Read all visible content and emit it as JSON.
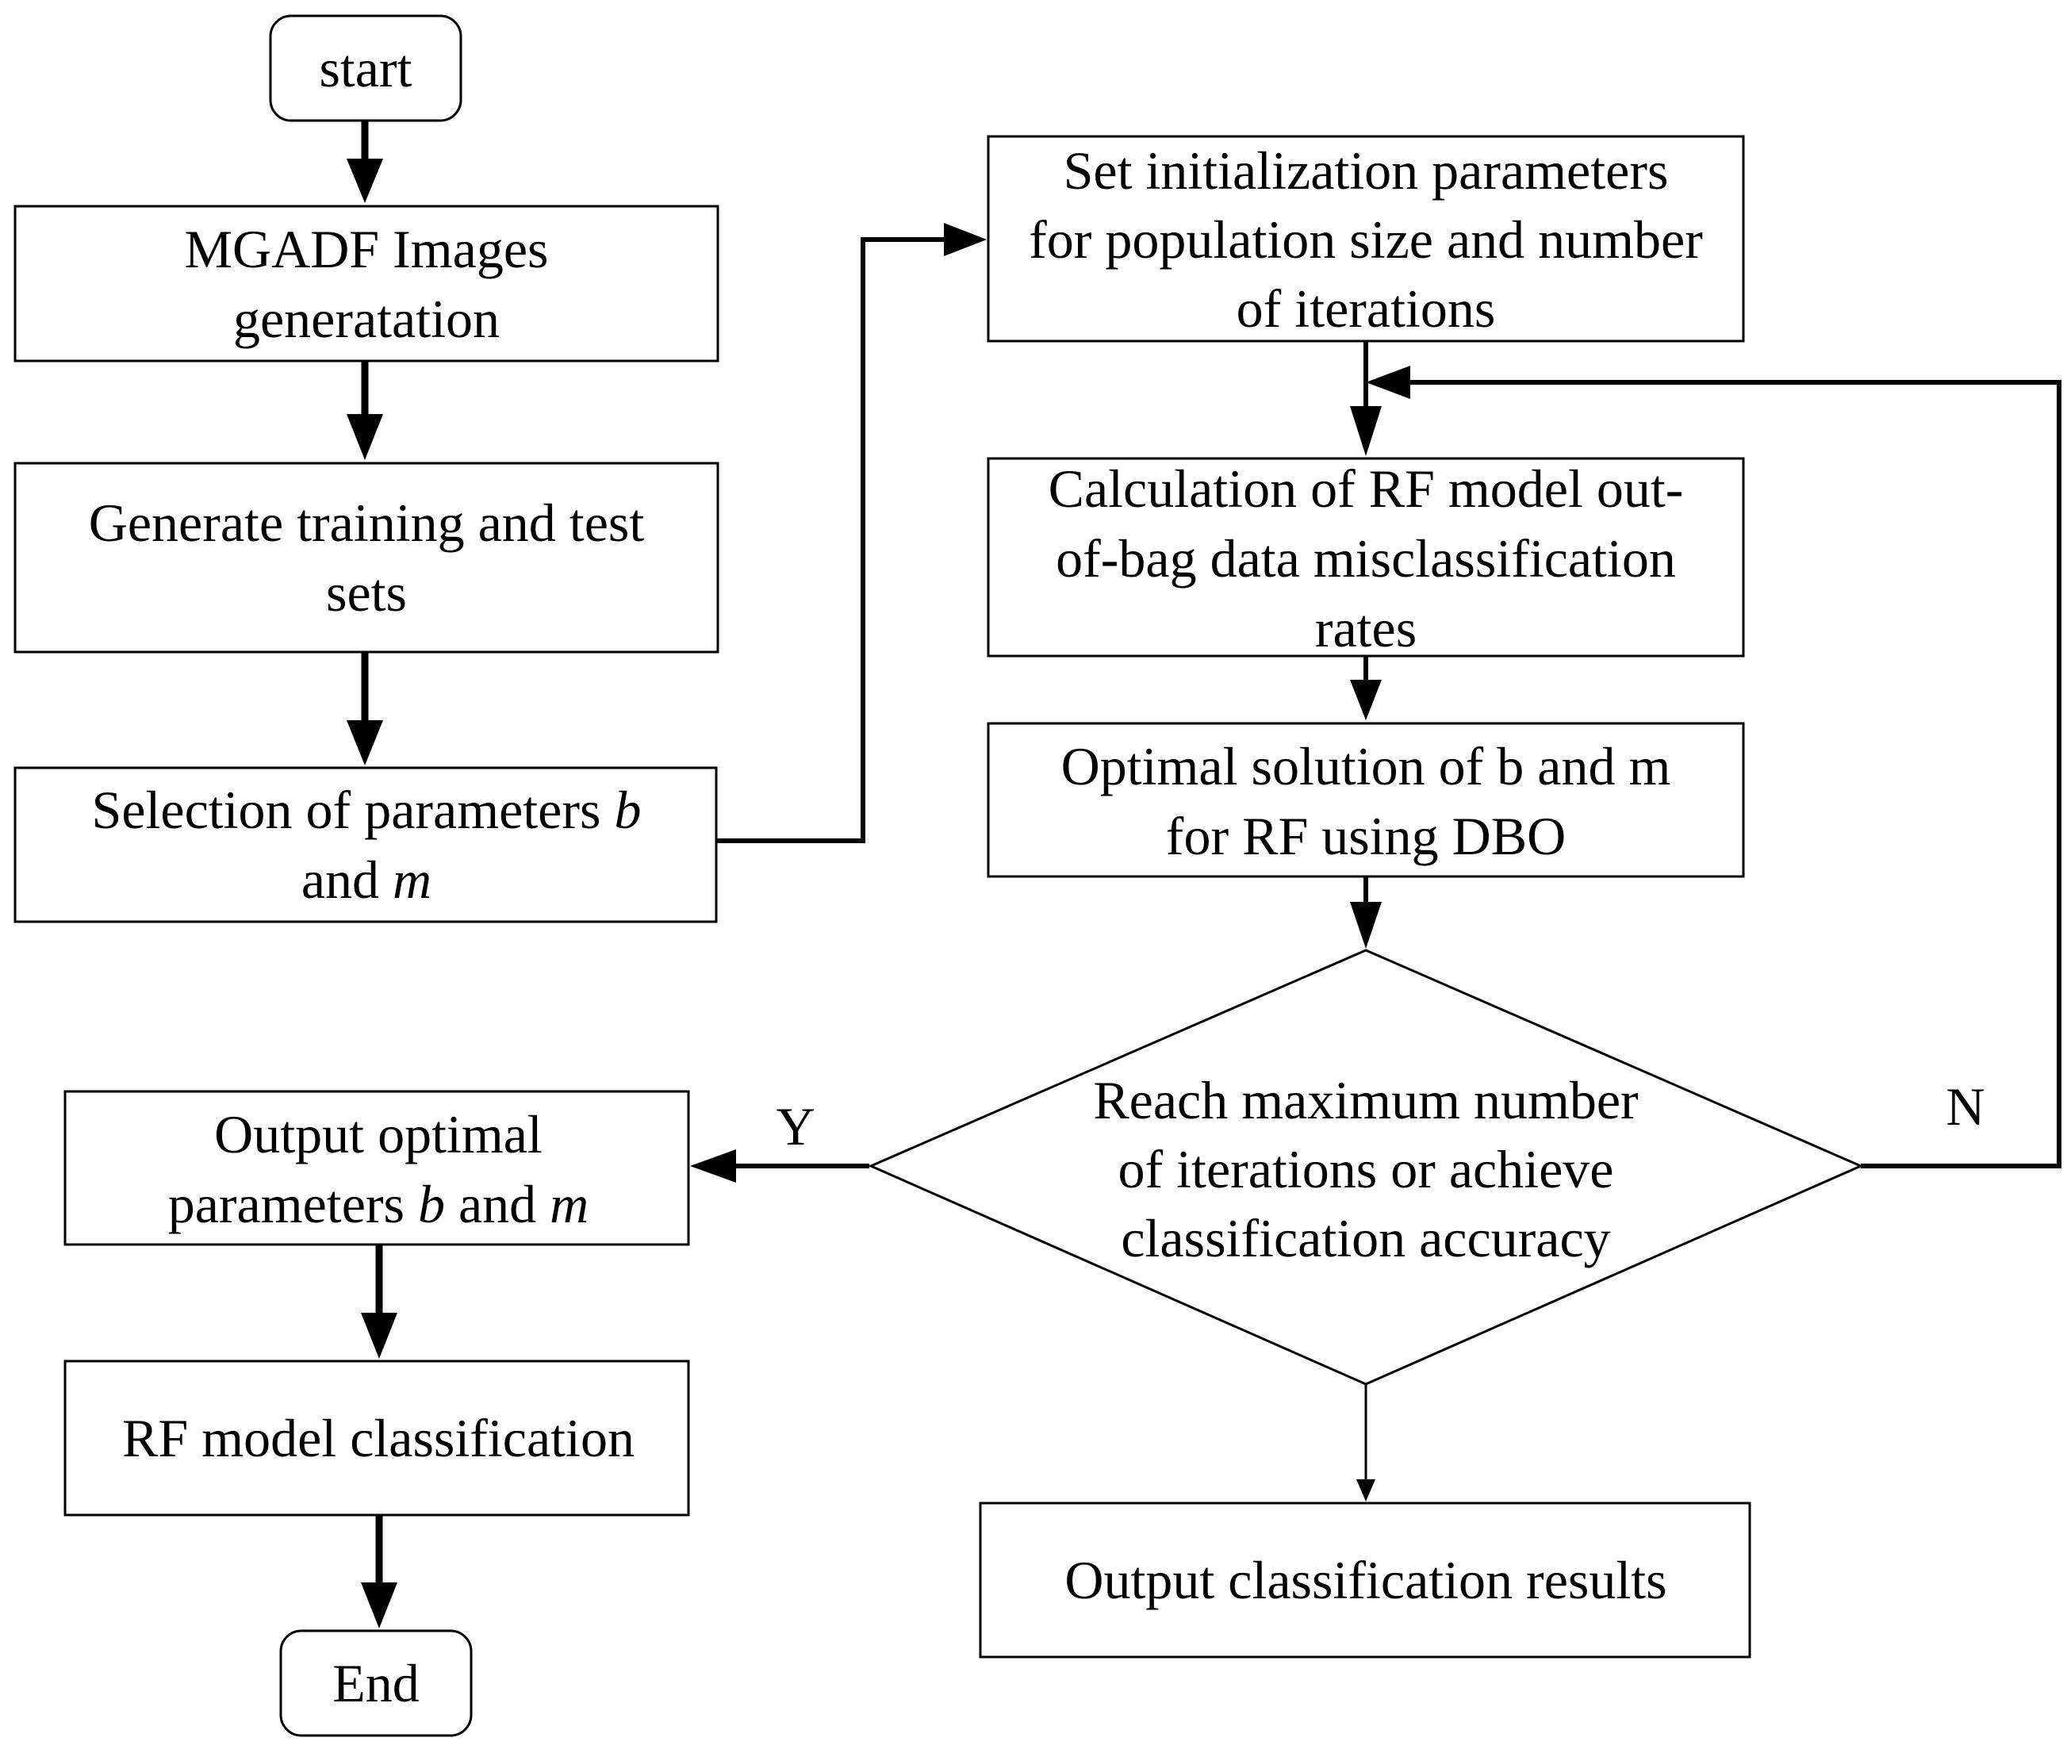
{
  "nodes": {
    "start": {
      "lines": [
        [
          {
            "t": "start"
          }
        ]
      ]
    },
    "mgadf": {
      "lines": [
        [
          {
            "t": "MGADF Images"
          }
        ],
        [
          {
            "t": "generatation"
          }
        ]
      ]
    },
    "sets": {
      "lines": [
        [
          {
            "t": "Generate training and test"
          }
        ],
        [
          {
            "t": "sets"
          }
        ]
      ]
    },
    "selection": {
      "lines": [
        [
          {
            "t": "Selection of parameters "
          },
          {
            "t": "b",
            "i": true
          }
        ],
        [
          {
            "t": "and "
          },
          {
            "t": "m",
            "i": true
          }
        ]
      ]
    },
    "init": {
      "lines": [
        [
          {
            "t": "Set initialization parameters"
          }
        ],
        [
          {
            "t": "for population size and number"
          }
        ],
        [
          {
            "t": "of iterations"
          }
        ]
      ]
    },
    "calc": {
      "lines": [
        [
          {
            "t": "Calculation of RF model out-"
          }
        ],
        [
          {
            "t": "of-bag data misclassification"
          }
        ],
        [
          {
            "t": "rates"
          }
        ]
      ]
    },
    "optimal": {
      "lines": [
        [
          {
            "t": "Optimal solution of b and m"
          }
        ],
        [
          {
            "t": "for RF using DBO"
          }
        ]
      ]
    },
    "decision": {
      "lines": [
        [
          {
            "t": "Reach maximum number"
          }
        ],
        [
          {
            "t": "of iterations or achieve"
          }
        ],
        [
          {
            "t": "classification accuracy"
          }
        ]
      ]
    },
    "output_params": {
      "lines": [
        [
          {
            "t": "Output optimal"
          }
        ],
        [
          {
            "t": "parameters "
          },
          {
            "t": "b",
            "i": true
          },
          {
            "t": " and "
          },
          {
            "t": "m",
            "i": true
          }
        ]
      ]
    },
    "classify": {
      "lines": [
        [
          {
            "t": "RF model classification"
          }
        ]
      ]
    },
    "results": {
      "lines": [
        [
          {
            "t": "Output classification results"
          }
        ]
      ]
    },
    "end": {
      "lines": [
        [
          {
            "t": "End"
          }
        ]
      ]
    }
  },
  "labels": {
    "yes": "Y",
    "no": "N"
  }
}
